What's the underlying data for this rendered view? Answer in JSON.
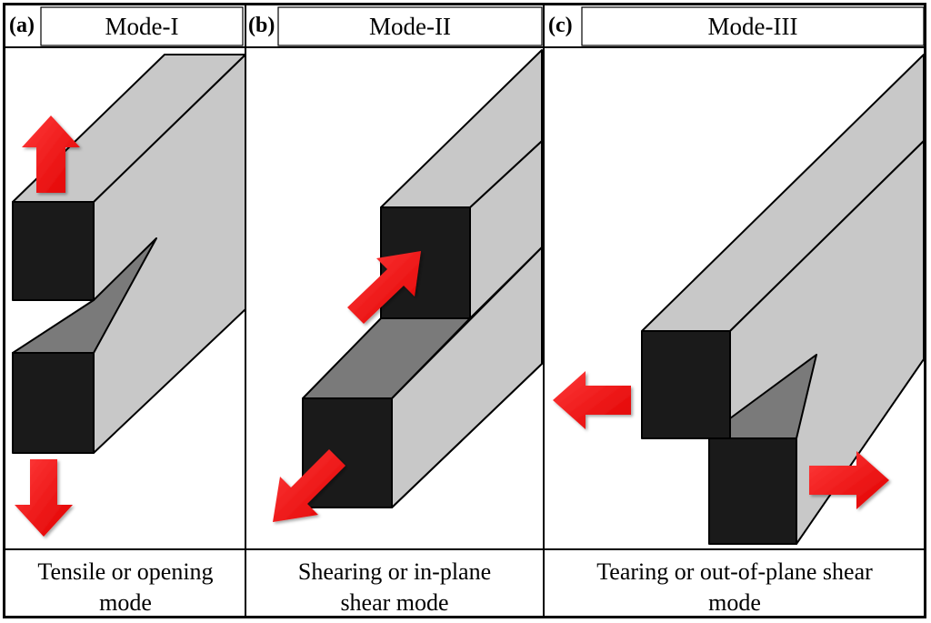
{
  "panels": [
    {
      "tag": "(a)",
      "title": "Mode-I",
      "caption_line1": "Tensile or opening",
      "caption_line2": "mode"
    },
    {
      "tag": "(b)",
      "title": "Mode-II",
      "caption_line1": "Shearing or in-plane",
      "caption_line2": "shear mode"
    },
    {
      "tag": "(c)",
      "title": "Mode-III",
      "caption_line1": "Tearing or out-of-plane shear",
      "caption_line2": "mode"
    }
  ],
  "colors": {
    "face_light": "#c8c8c8",
    "face_dark": "#1a1a1a",
    "crack_face": "#7a7a7a",
    "arrow": "#ff0000",
    "arrow_shadow": "#cc0000",
    "border": "#000000"
  }
}
